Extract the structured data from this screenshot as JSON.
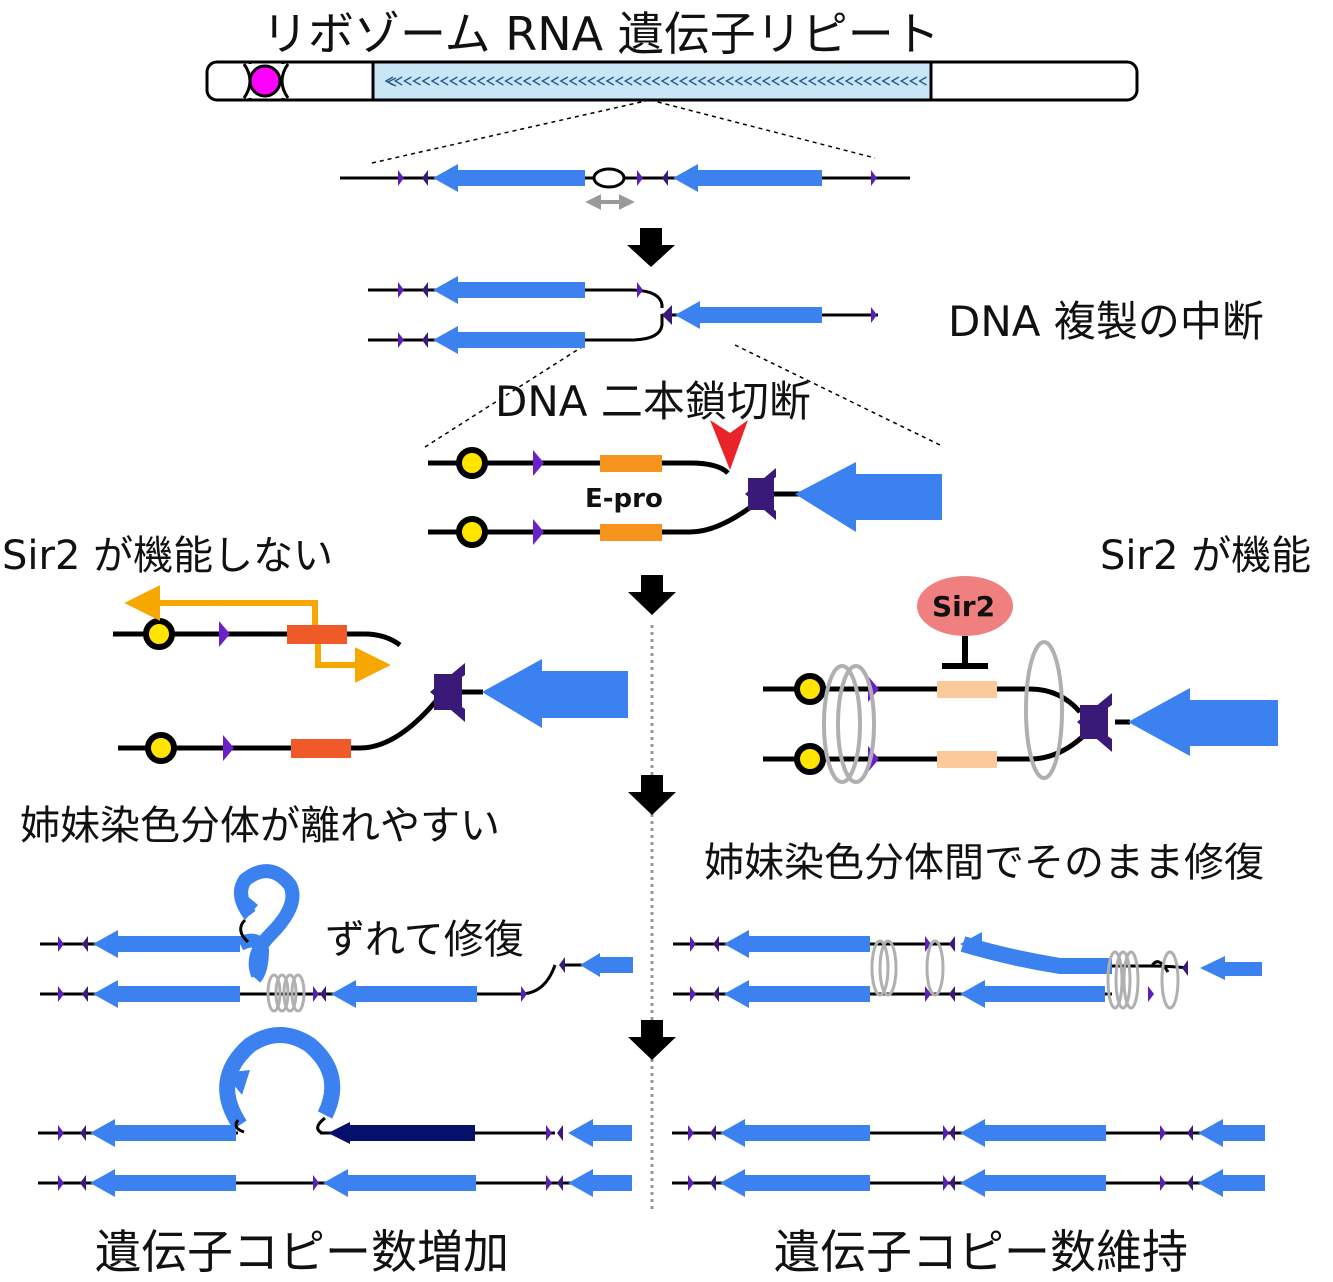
{
  "title": "リボゾーム RNA 遺伝子リピート",
  "labels": {
    "replication_stall": "DNA 複製の中断",
    "dsb": "DNA 二本鎖切断",
    "epro": "E-pro",
    "sir2_absent": "Sir2 が機能しない",
    "sir2_present": "Sir2 が機能",
    "sir2_protein": "Sir2",
    "sister_separate": "姉妹染色分体が離れやすい",
    "sister_repair": "姉妹染色分体間でそのまま修復",
    "misaligned_repair": "ずれて修復",
    "copy_increase": "遺伝子コピー数増加",
    "copy_maintain": "遺伝子コピー数維持"
  },
  "colors": {
    "rdna_gene": "#3b82f0",
    "new_copy": "#06106b",
    "chromosome_region": "#c9e6f7",
    "centromere": "#ff00ff",
    "epro_active": "#f05a28",
    "epro_silenced": "#fbc99a",
    "epro_default": "#f7941d",
    "transcription_arrow": "#f7a800",
    "cut_site": "#e8232a",
    "sir2_protein": "#f08080",
    "cohesin": "#b0b0b0",
    "rfb_site": "#3a1a78",
    "arrow": "#000000"
  }
}
